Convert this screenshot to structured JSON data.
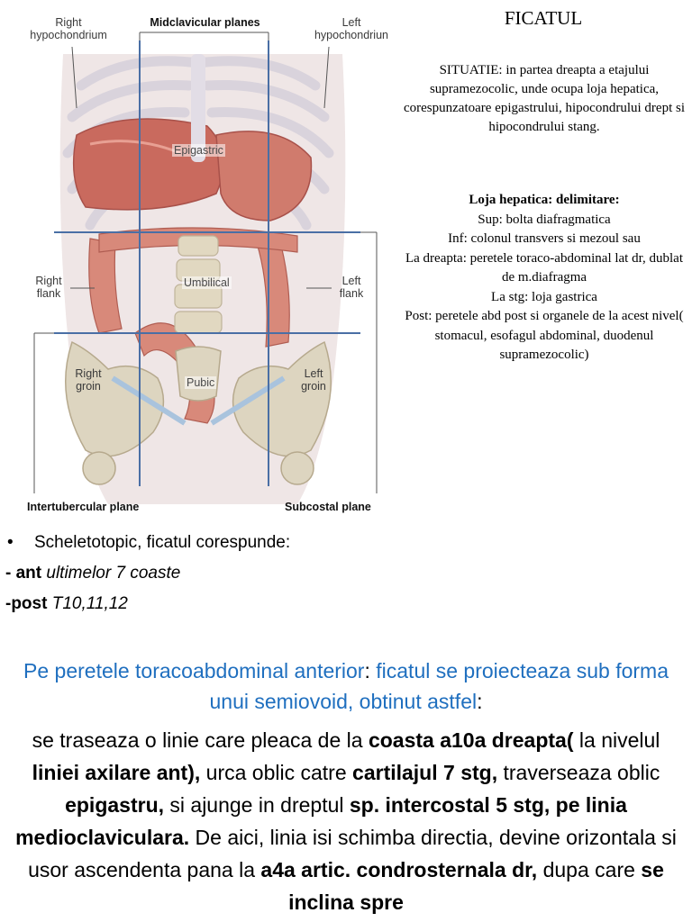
{
  "figure": {
    "labels": {
      "right_hypochondrium": "Right\nhypochondrium",
      "midclavicular_planes": "Midclavicular planes",
      "left_hypochondrium": "Left\nhypochondriun",
      "epigastric": "Epigastric",
      "right_flank": "Right\nflank",
      "umbilical": "Umbilical",
      "left_flank": "Left\nflank",
      "right_groin": "Right\ngroin",
      "pubic": "Pubic",
      "left_groin": "Left\ngroin",
      "intertubercular_plane": "Intertubercular plane",
      "subcostal_plane": "Subcostal plane"
    }
  },
  "title": "FICATUL",
  "situatie": "SITUATIE: in partea dreapta a etajului supramezocolic, unde ocupa loja hepatica, corespunzatoare epigastrului, hipocondrului drept si hipocondrului stang.",
  "loja": {
    "heading": "Loja hepatica: delimitare:",
    "lines": [
      "Sup: bolta diafragmatica",
      "Inf: colonul transvers si mezoul sau",
      "La dreapta: peretele toraco-abdominal lat dr, dublat de m.diafragma",
      "La stg: loja gastrica",
      "Post: peretele abd post si organele de la acest nivel( stomacul, esofagul abdominal, duodenul supramezocolic)"
    ]
  },
  "scheleto": {
    "bullet": "Scheletotopic, ficatul corespunde:",
    "ant_label": "- ant",
    "ant_value": "ultimelor 7 coaste",
    "post_label": "-post",
    "post_value": "T10,11,12"
  },
  "proiectie": {
    "part1": "Pe peretele toracoabdominal anterior",
    "colon1": ":",
    "part2": "ficatul se proiecteaza sub forma unui semiovoid, obtinut astfel",
    "colon2": ":"
  },
  "traseu": {
    "t1": "se traseaza o linie care pleaca de la ",
    "b1": "coasta a10a dreapta(",
    "t2": " la nivelul ",
    "b2": "liniei axilare ant),",
    "t3": " urca oblic catre ",
    "b3": "cartilajul 7 stg,",
    "t4": " traverseaza oblic ",
    "b4": "epigastru,",
    "t5": " si ajunge in dreptul ",
    "b5": "sp. intercostal 5 stg, pe linia medioclaviculara.",
    "t6": " De aici, linia isi schimba directia, devine orizontala si usor ascendenta pana la ",
    "b6": "a4a artic. condrosternala  dr,",
    "t7": " dupa care ",
    "b7": "se inclina spre"
  },
  "colors": {
    "blue_text": "#1f6fbf",
    "plane_lines": "#4a6fa5",
    "organ": "#c96a5e",
    "bone": "#ddd5c0",
    "ribs": "#e4e0e6"
  }
}
